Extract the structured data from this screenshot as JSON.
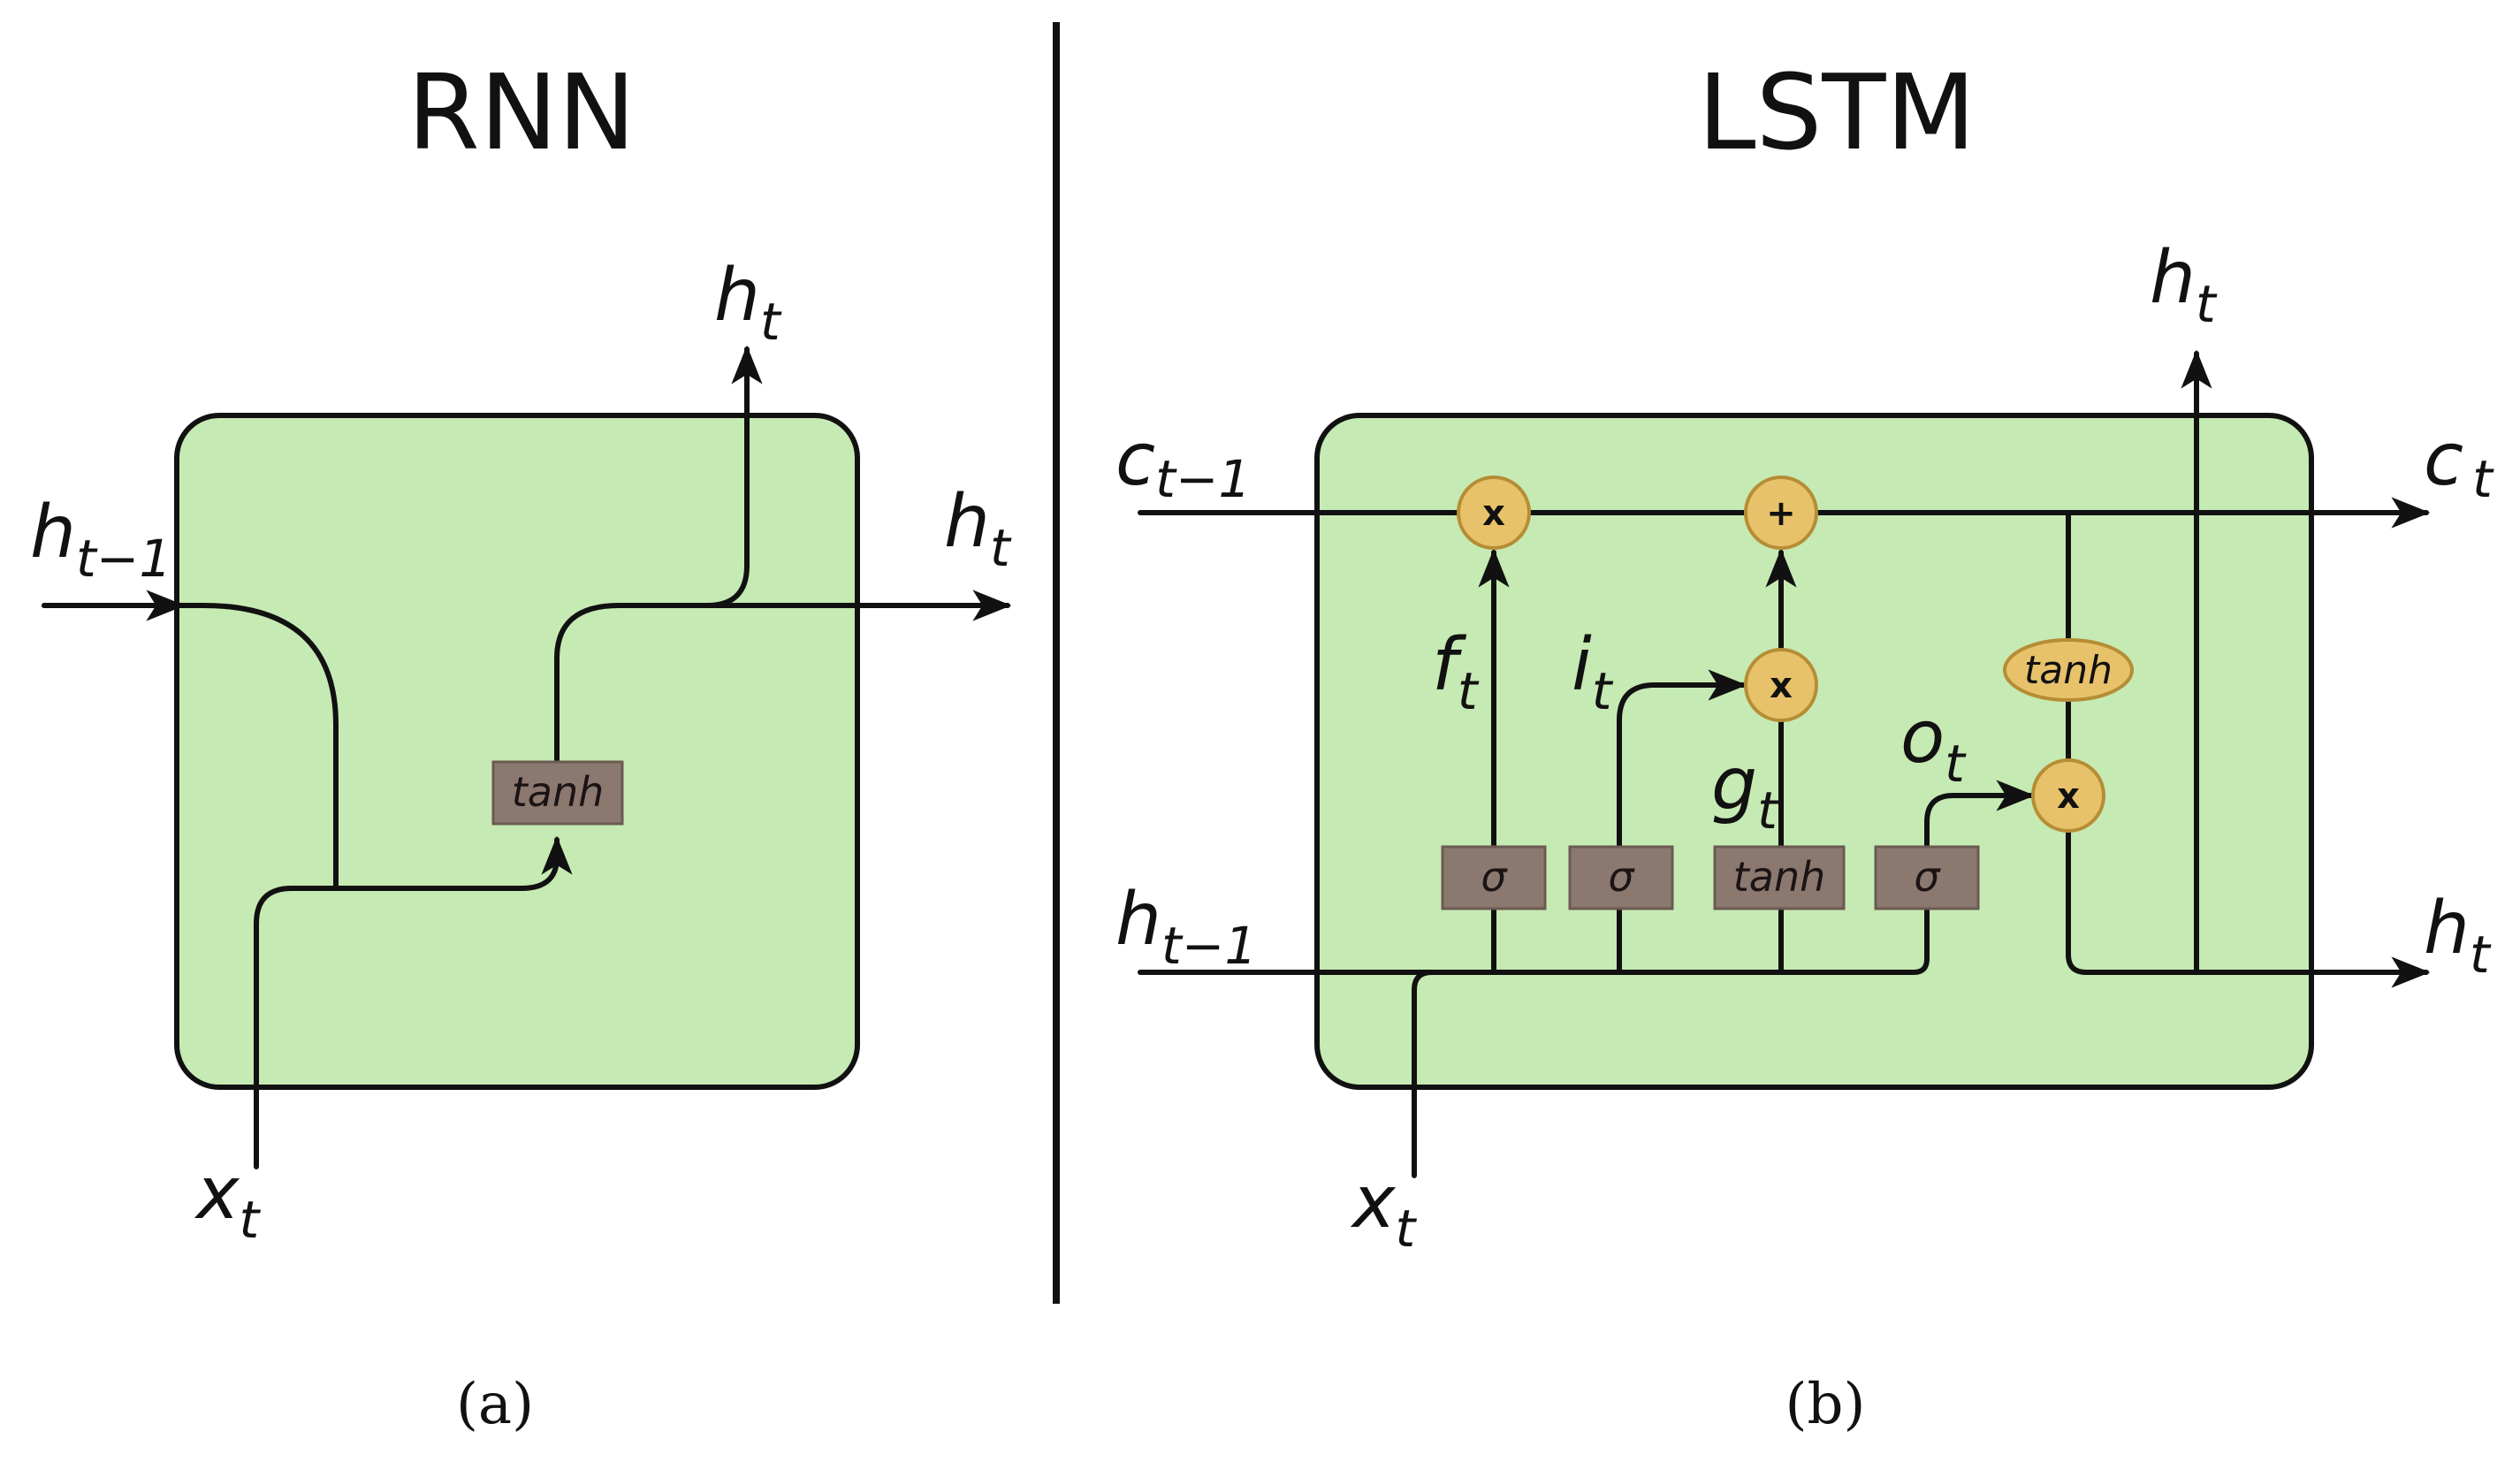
{
  "panels": {
    "rnn": {
      "title": "RNN",
      "caption": "(a)",
      "labels": {
        "h_prev_main": "h",
        "h_prev_sub": "t−1",
        "h_out_top_main": "h",
        "h_out_top_sub": "t",
        "h_out_right_main": "h",
        "h_out_right_sub": "t",
        "x_main": "x",
        "x_sub": "t"
      },
      "layer_box": "tanh"
    },
    "lstm": {
      "title": "LSTM",
      "caption": "(b)",
      "labels": {
        "c_prev_main": "c",
        "c_prev_sub": "t−1",
        "c_out_main": "c",
        "c_out_sub": "t",
        "h_out_top_main": "h",
        "h_out_top_sub": "t",
        "h_prev_main": "h",
        "h_prev_sub": "t−1",
        "h_out_right_main": "h",
        "h_out_right_sub": "t",
        "x_main": "x",
        "x_sub": "t",
        "f_main": "f",
        "f_sub": "t",
        "i_main": "i",
        "i_sub": "t",
        "g_main": "g",
        "g_sub": "t",
        "o_main": "o",
        "o_sub": "t"
      },
      "layer_boxes": {
        "forget": "σ",
        "input": "σ",
        "candidate": "tanh",
        "output": "σ"
      },
      "operations": {
        "forget_mult": "x",
        "add": "+",
        "input_mult": "x",
        "output_mult": "x"
      },
      "cell_tanh": "tanh"
    }
  },
  "colors": {
    "cell_fill": "#c6eab3",
    "layer_fill": "#8b7970",
    "op_fill": "#e8c26a",
    "stroke": "#111111"
  }
}
